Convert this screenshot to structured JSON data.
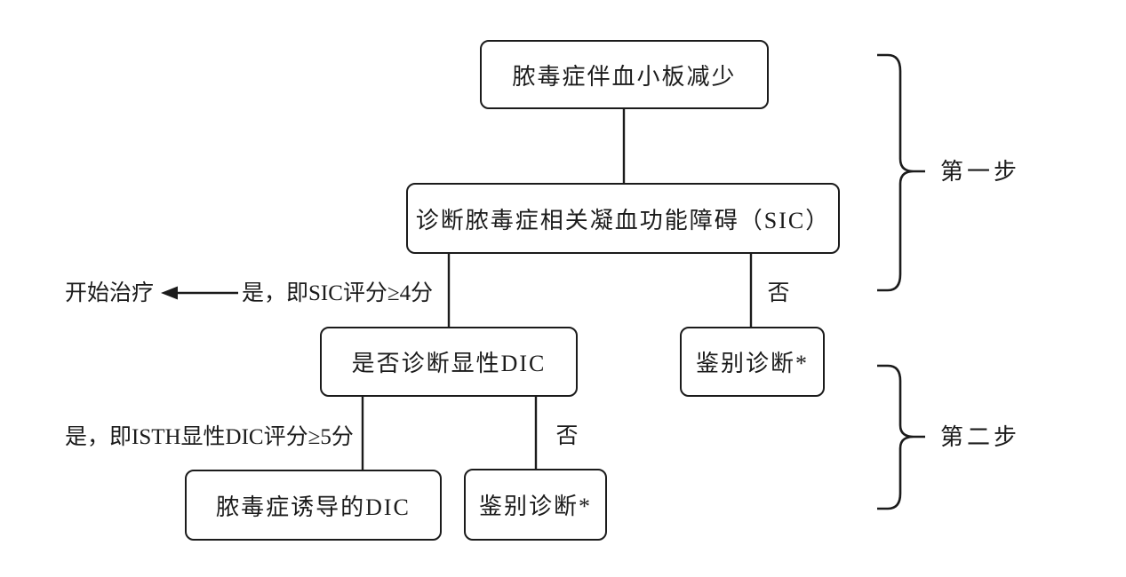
{
  "flowchart": {
    "nodes": {
      "sepsis_thrombocytopenia": "脓毒症伴血小板减少",
      "sic_diagnosis": "诊断脓毒症相关凝血功能障碍（SIC）",
      "overt_dic_question": "是否诊断显性DIC",
      "differential_upper": "鉴别诊断*",
      "sepsis_induced_dic": "脓毒症诱导的DIC",
      "differential_lower": "鉴别诊断*"
    },
    "edge_labels": {
      "start_treatment": "开始治疗",
      "yes_sic": "是，即SIC评分≥4分",
      "no_upper": "否",
      "yes_isth": "是，即ISTH显性DIC评分≥5分",
      "no_lower": "否"
    },
    "step_labels": {
      "step1": "第一步",
      "step2": "第二步"
    },
    "colors": {
      "line": "#1b1b1b",
      "text": "#1b1b1b",
      "background": "#ffffff"
    }
  }
}
